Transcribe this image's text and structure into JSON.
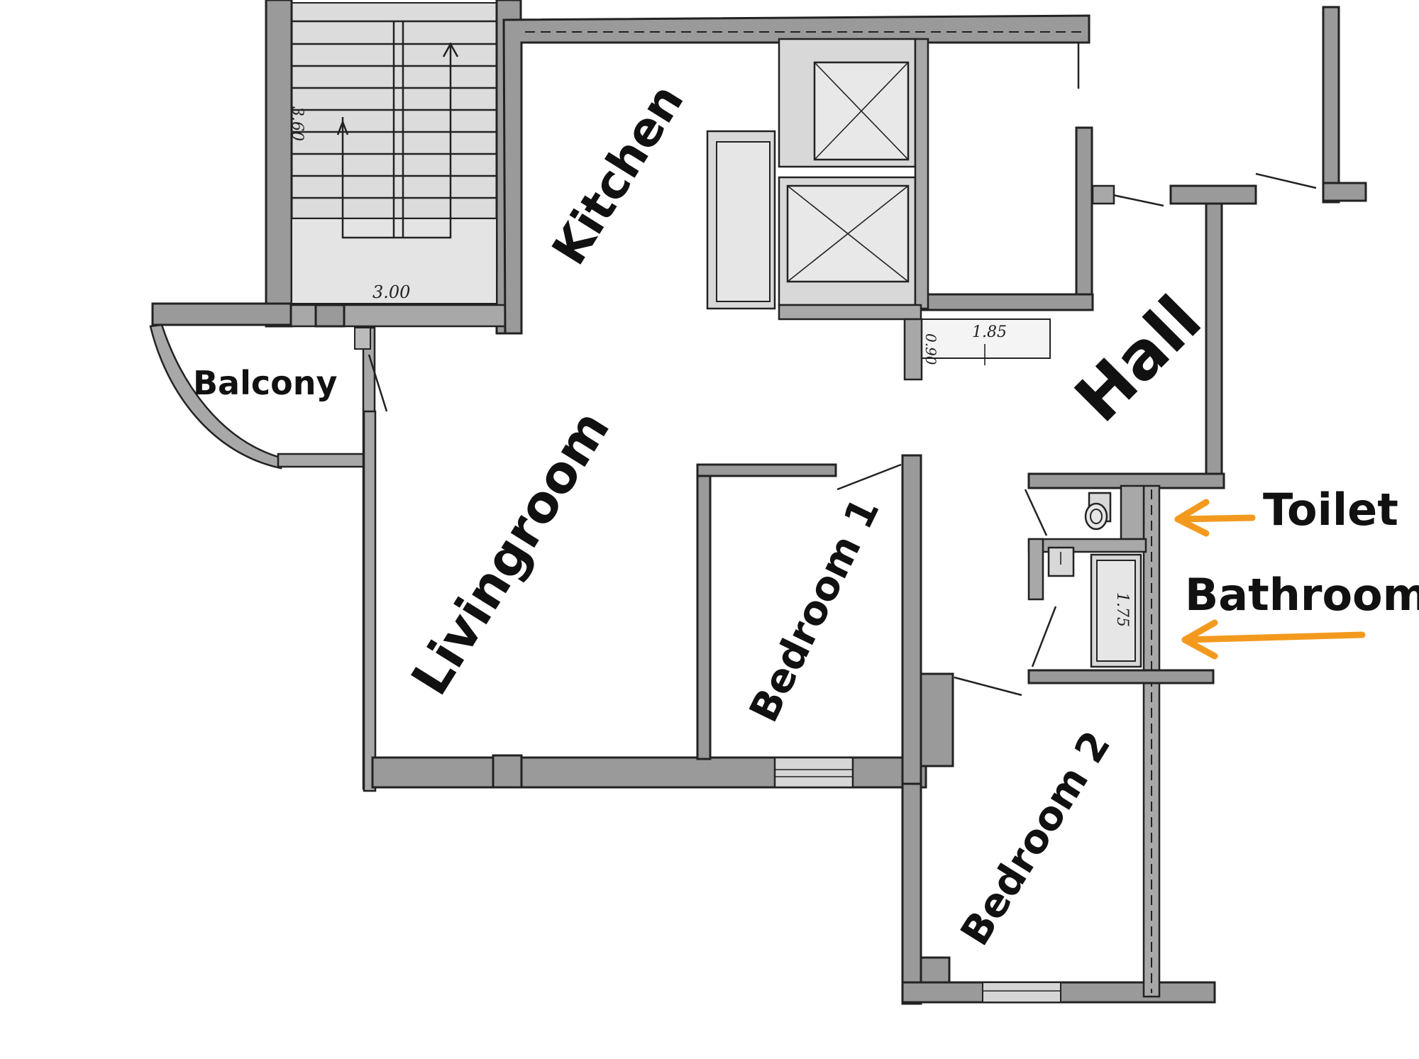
{
  "rooms": {
    "kitchen": "Kitchen",
    "hall": "Hall",
    "balcony": "Balcony",
    "livingroom": "Livingroom",
    "bedroom1": "Bedroom 1",
    "bedroom2": "Bedroom 2",
    "toilet": "Toilet",
    "bathroom": "Bathroom"
  },
  "dimensions": {
    "stair_width": "3.00",
    "stair_depth": "3.60",
    "door_width_a": "0.90",
    "closet_width": "1.85",
    "bathtub_length": "1.75"
  },
  "colors": {
    "wall": "#9a9a9a",
    "arrow": "#f39a1e",
    "ink": "#222222"
  }
}
